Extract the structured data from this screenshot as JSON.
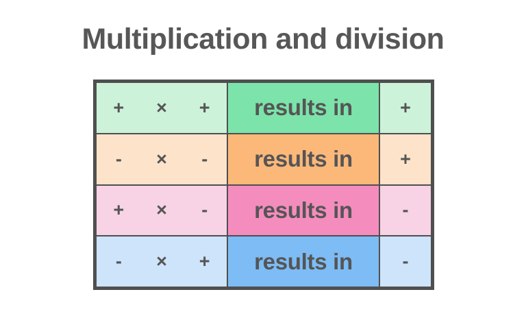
{
  "title": "Multiplication and division",
  "colors": {
    "border": "#4f4f4f",
    "text": "#555555",
    "background": "#ffffff",
    "row1_light": "#cdf2da",
    "row1_dark": "#7ce3aa",
    "row2_light": "#fce3ca",
    "row2_dark": "#fcb879",
    "row3_light": "#f7d3e5",
    "row3_dark": "#f58cbe",
    "row4_light": "#cee4fa",
    "row4_dark": "#7dbcf5"
  },
  "table": {
    "rows": [
      {
        "sign_left": "+",
        "operator": "×",
        "sign_right": "+",
        "result_label": "results in",
        "answer": "+",
        "light_color": "#cdf2da",
        "dark_color": "#7ce3aa"
      },
      {
        "sign_left": "-",
        "operator": "×",
        "sign_right": "-",
        "result_label": "results in",
        "answer": "+",
        "light_color": "#fce3ca",
        "dark_color": "#fcb879"
      },
      {
        "sign_left": "+",
        "operator": "×",
        "sign_right": "-",
        "result_label": "results in",
        "answer": "-",
        "light_color": "#f7d3e5",
        "dark_color": "#f58cbe"
      },
      {
        "sign_left": "-",
        "operator": "×",
        "sign_right": "+",
        "result_label": "results in",
        "answer": "-",
        "light_color": "#cee4fa",
        "dark_color": "#7dbcf5"
      }
    ]
  }
}
